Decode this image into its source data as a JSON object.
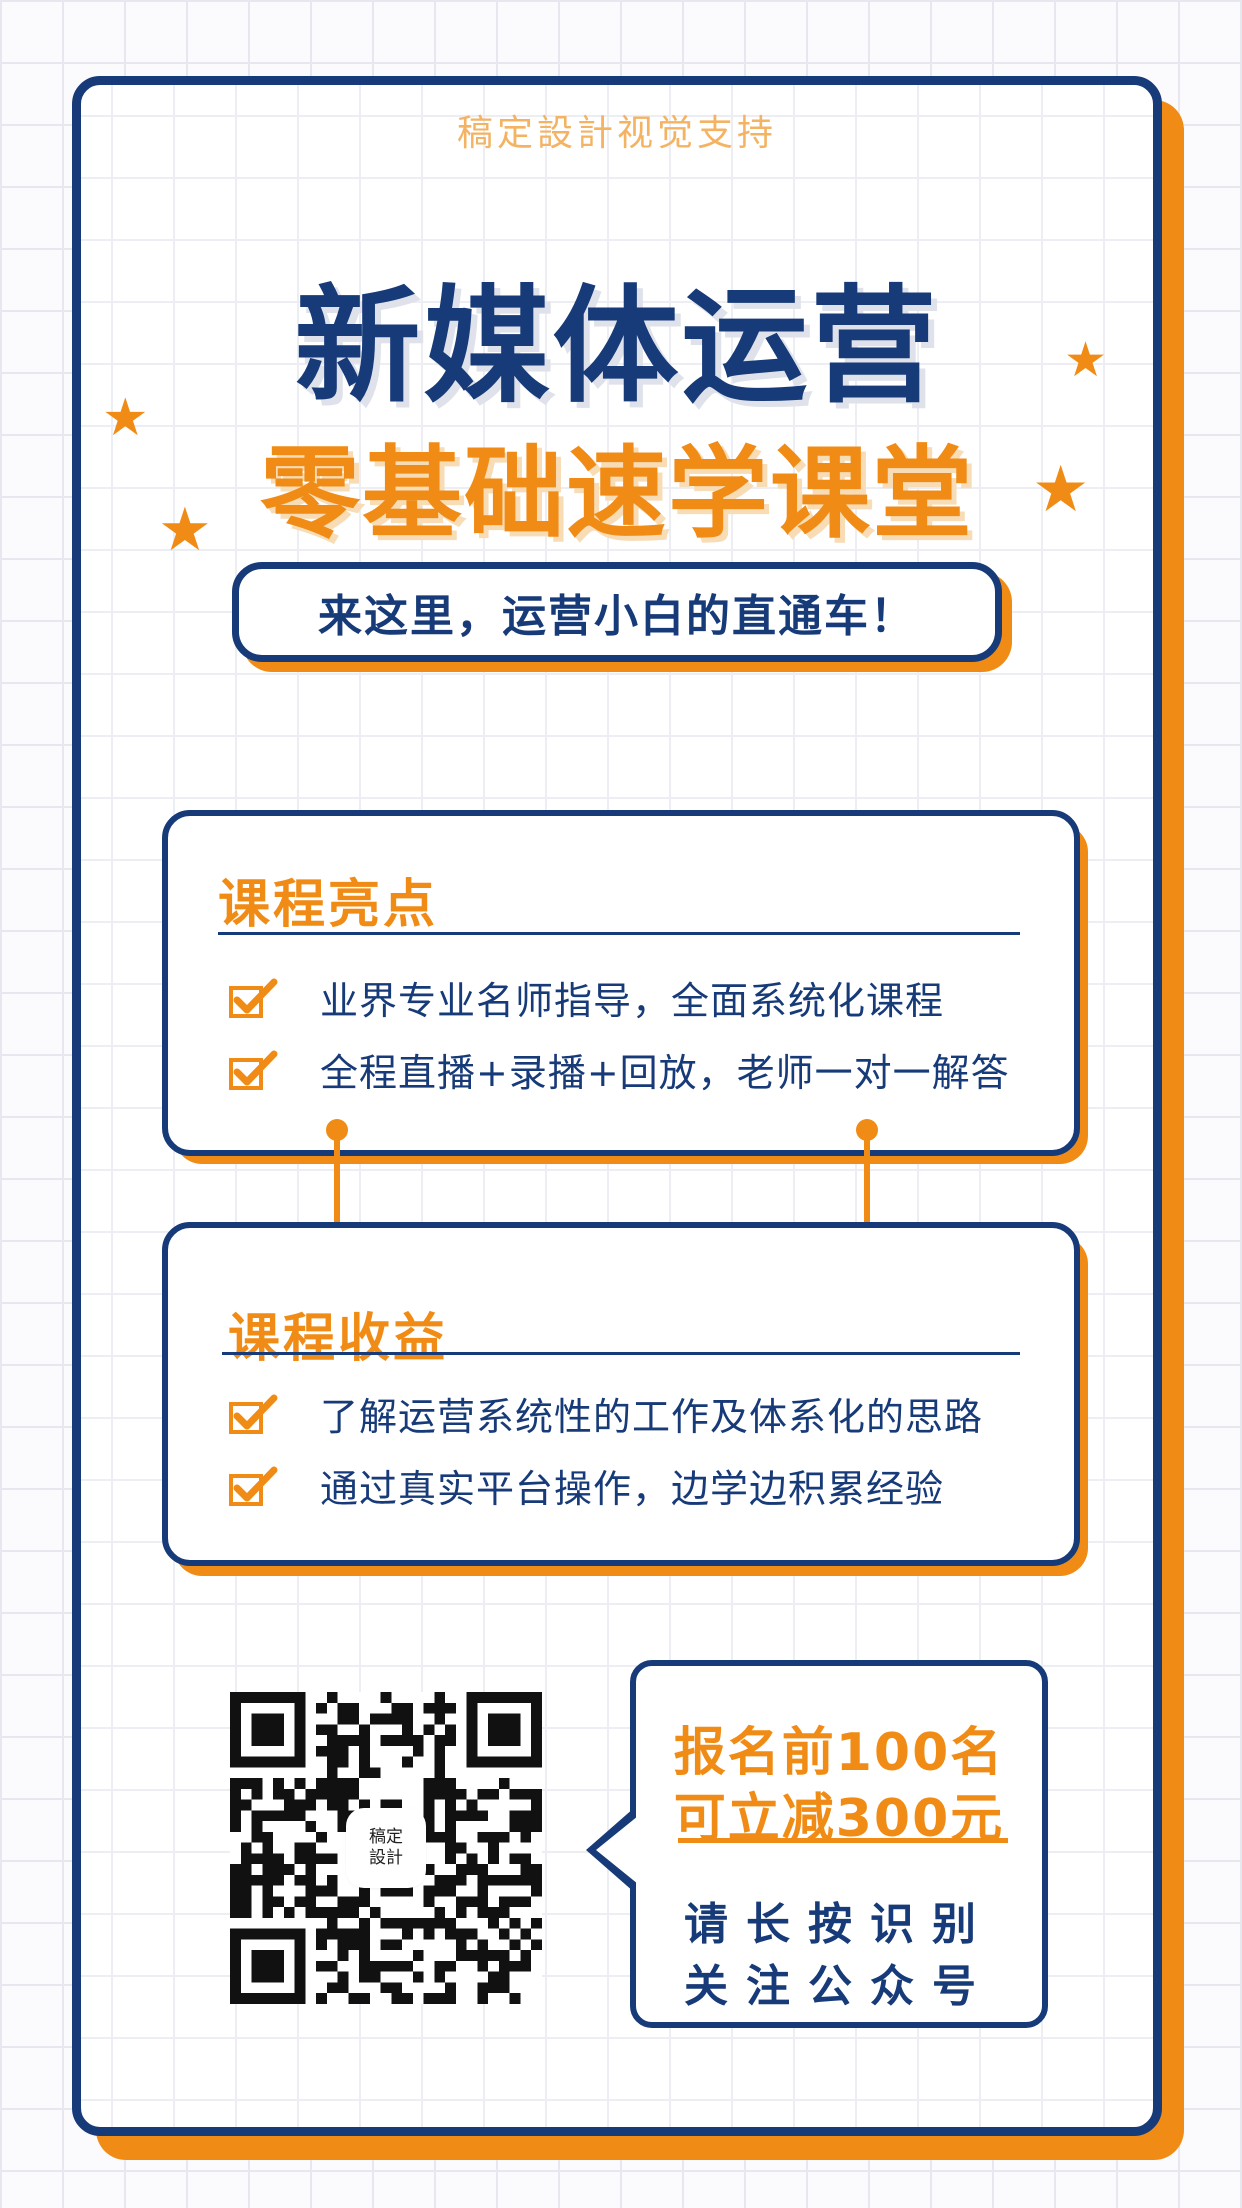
{
  "brand_note": "稿定設計视觉支持",
  "title": "新媒体运营",
  "subtitle": "零基础速学课堂",
  "tagline": "来这里，运营小白的直通车！",
  "highlights": {
    "heading": "课程亮点",
    "items": [
      "业界专业名师指导，全面系统化课程",
      "全程直播+录播+回放，老师一对一解答"
    ]
  },
  "benefits": {
    "heading": "课程收益",
    "items": [
      "了解运营系统性的工作及体系化的思路",
      "通过真实平台操作，边学边积累经验"
    ]
  },
  "qr": {
    "badge_line1": "稿定",
    "badge_line2": "設計"
  },
  "promo": {
    "line1": "报名前100名",
    "line2": "可立减300元"
  },
  "scan": {
    "line1": "请长按识别",
    "line2": "关注公众号"
  },
  "colors": {
    "navy": "#173a78",
    "orange": "#f08c16",
    "grid": "#e7e8ef"
  },
  "icons": {
    "star": "star-icon",
    "check": "checkbox-checked-icon",
    "qr": "qr-code"
  }
}
